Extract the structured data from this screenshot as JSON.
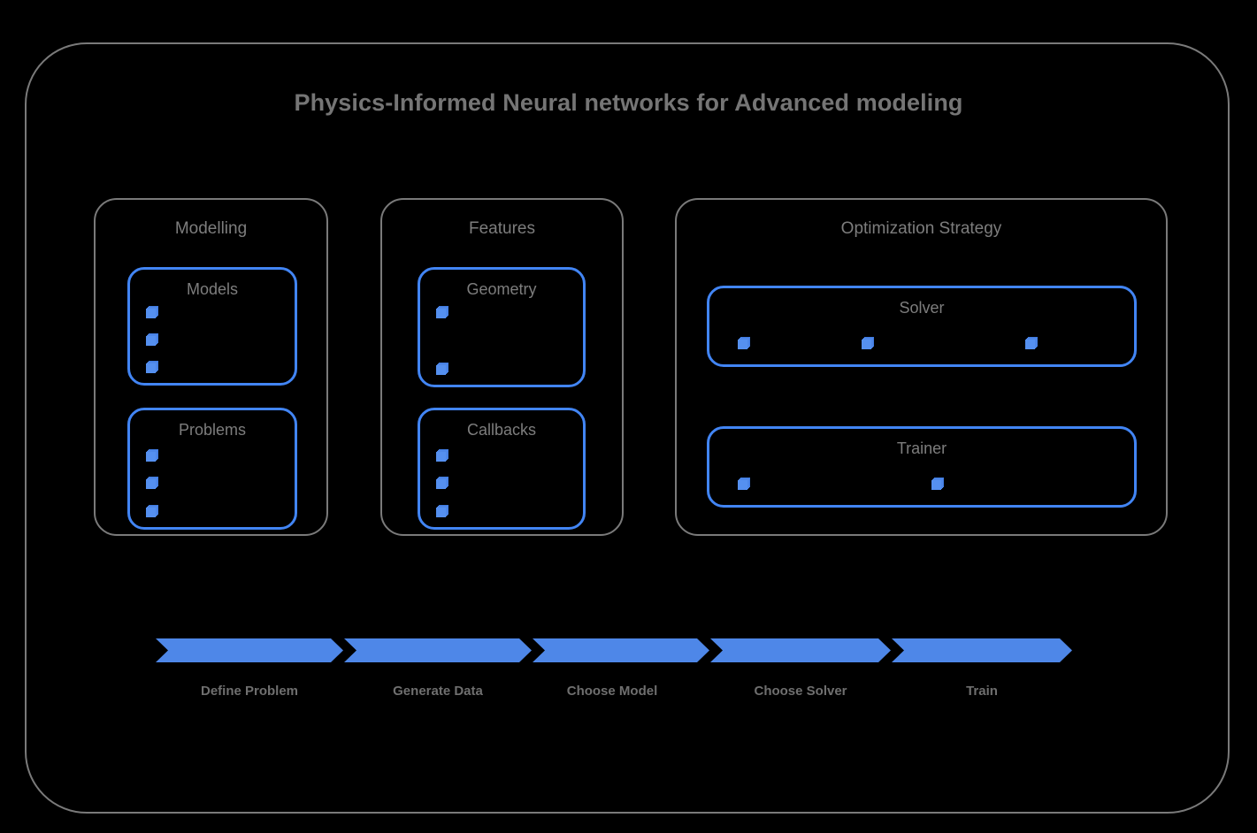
{
  "page": {
    "title": "Physics-Informed Neural networks for Advanced modeling",
    "background_color": "#000000",
    "frame_color": "#7a7a7a",
    "text_color": "#757575",
    "accent_color": "#4285F4",
    "marker_color": "#5590f0"
  },
  "groups": [
    {
      "id": "modelling",
      "title": "Modelling",
      "boxes": [
        {
          "id": "models",
          "title": "Models",
          "marker_count": 3,
          "marker_layout": "vertical"
        },
        {
          "id": "problems",
          "title": "Problems",
          "marker_count": 3,
          "marker_layout": "vertical"
        }
      ]
    },
    {
      "id": "features",
      "title": "Features",
      "boxes": [
        {
          "id": "geometry",
          "title": "Geometry",
          "marker_count": 2,
          "marker_layout": "vertical"
        },
        {
          "id": "callbacks",
          "title": "Callbacks",
          "marker_count": 3,
          "marker_layout": "vertical"
        }
      ]
    },
    {
      "id": "optimization-strategy",
      "title": "Optimization Strategy",
      "boxes": [
        {
          "id": "solver",
          "title": "Solver",
          "marker_count": 3,
          "marker_layout": "horizontal"
        },
        {
          "id": "trainer",
          "title": "Trainer",
          "marker_count": 2,
          "marker_layout": "horizontal"
        }
      ]
    }
  ],
  "process_flow": {
    "steps": [
      {
        "label": "Define Problem"
      },
      {
        "label": "Generate Data"
      },
      {
        "label": "Choose Model"
      },
      {
        "label": "Choose Solver"
      },
      {
        "label": "Train"
      }
    ]
  }
}
